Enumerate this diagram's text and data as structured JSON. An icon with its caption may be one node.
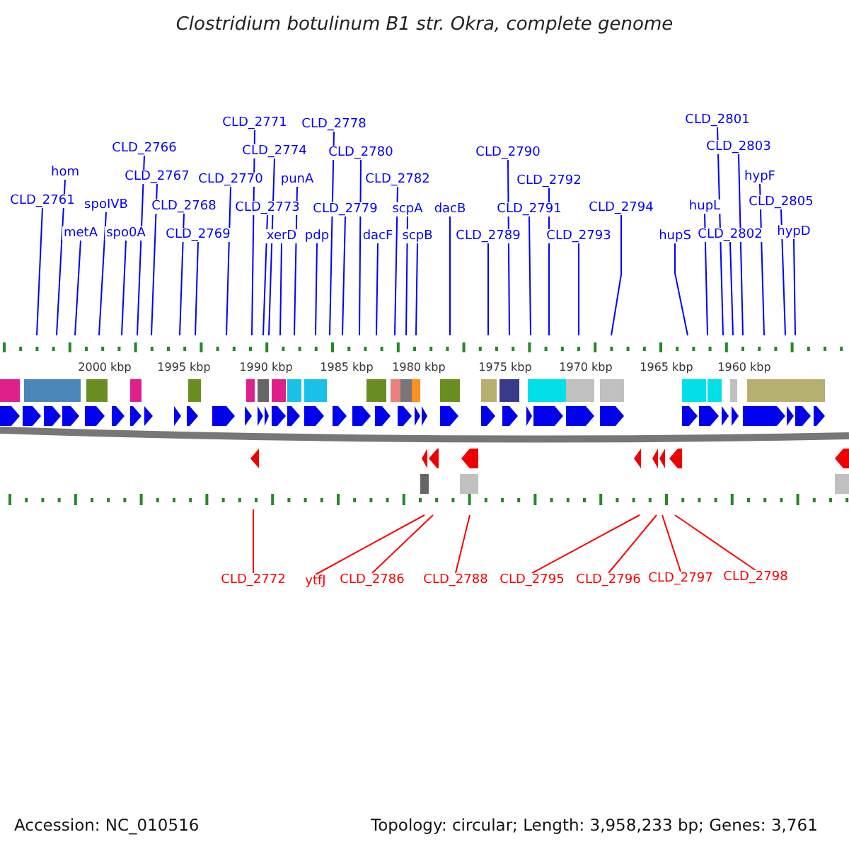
{
  "diagram": {
    "title": "Clostridium botulinum B1 str. Okra, complete genome",
    "nodes": [
      {
        "text": [
          "CLD_2761"
        ]
      },
      {
        "text": [
          "hom"
        ]
      },
      {
        "text": [
          "metA"
        ]
      },
      {
        "text": [
          "spoIVB"
        ]
      },
      {
        "text": [
          "spo0A"
        ]
      },
      {
        "text": [
          "CLD_2766"
        ]
      },
      {
        "text": [
          "CLD_2767"
        ]
      },
      {
        "text": [
          "CLD_2768"
        ]
      },
      {
        "text": [
          "CLD_2769"
        ]
      },
      {
        "text": [
          "CLD_2770"
        ]
      },
      {
        "text": [
          "CLD_2771"
        ]
      },
      {
        "text": [
          "CLD_2774"
        ]
      },
      {
        "text": [
          "CLD_2773"
        ]
      },
      {
        "text": [
          "xerD"
        ]
      },
      {
        "text": [
          "punA"
        ]
      },
      {
        "text": [
          "pdp"
        ]
      },
      {
        "text": [
          "CLD_2778"
        ]
      },
      {
        "text": [
          "CLD_2780"
        ]
      },
      {
        "text": [
          "CLD_2779"
        ]
      },
      {
        "text": [
          "dacF"
        ]
      },
      {
        "text": [
          "CLD_2782"
        ]
      },
      {
        "text": [
          "scpA"
        ]
      },
      {
        "text": [
          "scpB"
        ]
      },
      {
        "text": [
          "dacB"
        ]
      },
      {
        "text": [
          "CLD_2790"
        ]
      },
      {
        "text": [
          "CLD_2792"
        ]
      },
      {
        "text": [
          "CLD_2791"
        ]
      },
      {
        "text": [
          "CLD_2789"
        ]
      },
      {
        "text": [
          "CLD_2793"
        ]
      },
      {
        "text": [
          "CLD_2794"
        ]
      },
      {
        "text": [
          "hupS"
        ]
      },
      {
        "text": [
          "hupL"
        ]
      },
      {
        "text": [
          "CLD_2801"
        ]
      },
      {
        "text": [
          "CLD_2803"
        ]
      },
      {
        "text": [
          "CLD_2802"
        ]
      },
      {
        "text": [
          "hypF"
        ]
      },
      {
        "text": [
          "CLD_2805"
        ]
      },
      {
        "text": [
          "hypD"
        ]
      },
      {
        "text": [
          "CLD_2772"
        ]
      },
      {
        "text": [
          "ytfJ"
        ]
      },
      {
        "text": [
          "CLD_2786"
        ]
      },
      {
        "text": [
          "CLD_2788"
        ]
      },
      {
        "text": [
          "CLD_2795"
        ]
      },
      {
        "text": [
          "CLD_2796"
        ]
      },
      {
        "text": [
          "CLD_2797"
        ]
      },
      {
        "text": [
          "CLD_2798"
        ]
      }
    ],
    "edges": [
      {
        "from": 0,
        "to": null,
        "arrow": "none"
      },
      {
        "from": 1,
        "to": null,
        "arrow": "none"
      },
      {
        "from": 2,
        "to": null,
        "arrow": "none"
      },
      {
        "from": 3,
        "to": null,
        "arrow": "none"
      },
      {
        "from": 4,
        "to": null,
        "arrow": "none"
      },
      {
        "from": 5,
        "to": null,
        "arrow": "none"
      },
      {
        "from": 6,
        "to": null,
        "arrow": "none"
      },
      {
        "from": 7,
        "to": null,
        "arrow": "none"
      },
      {
        "from": 8,
        "to": null,
        "arrow": "none"
      },
      {
        "from": 9,
        "to": null,
        "arrow": "none"
      },
      {
        "from": 10,
        "to": null,
        "arrow": "none"
      },
      {
        "from": 11,
        "to": null,
        "arrow": "none"
      },
      {
        "from": 12,
        "to": null,
        "arrow": "none"
      },
      {
        "from": 13,
        "to": null,
        "arrow": "none"
      },
      {
        "from": 14,
        "to": null,
        "arrow": "none"
      },
      {
        "from": 15,
        "to": null,
        "arrow": "none"
      },
      {
        "from": 16,
        "to": null,
        "arrow": "none"
      },
      {
        "from": 17,
        "to": null,
        "arrow": "none"
      },
      {
        "from": 18,
        "to": null,
        "arrow": "none"
      },
      {
        "from": 19,
        "to": null,
        "arrow": "none"
      },
      {
        "from": 20,
        "to": null,
        "arrow": "none"
      },
      {
        "from": 21,
        "to": null,
        "arrow": "none"
      },
      {
        "from": 22,
        "to": null,
        "arrow": "none"
      },
      {
        "from": 23,
        "to": null,
        "arrow": "none"
      },
      {
        "from": 24,
        "to": null,
        "arrow": "none"
      },
      {
        "from": 25,
        "to": null,
        "arrow": "none"
      },
      {
        "from": 26,
        "to": null,
        "arrow": "none"
      },
      {
        "from": 27,
        "to": null,
        "arrow": "none"
      },
      {
        "from": 28,
        "to": null,
        "arrow": "none"
      },
      {
        "from": 29,
        "to": null,
        "arrow": "none"
      },
      {
        "from": 30,
        "to": null,
        "arrow": "none"
      },
      {
        "from": 31,
        "to": null,
        "arrow": "none"
      },
      {
        "from": 32,
        "to": null,
        "arrow": "none"
      },
      {
        "from": 33,
        "to": null,
        "arrow": "none"
      },
      {
        "from": 34,
        "to": null,
        "arrow": "none"
      },
      {
        "from": 35,
        "to": null,
        "arrow": "none"
      },
      {
        "from": 36,
        "to": null,
        "arrow": "none"
      },
      {
        "from": 37,
        "to": null,
        "arrow": "none"
      },
      {
        "from": 38,
        "to": null,
        "arrow": "none",
        "color": "#ff0000"
      },
      {
        "from": 39,
        "to": null,
        "arrow": "none",
        "color": "#ff0000"
      },
      {
        "from": 40,
        "to": null,
        "arrow": "none",
        "color": "#ff0000"
      },
      {
        "from": 41,
        "to": null,
        "arrow": "none",
        "color": "#ff0000"
      },
      {
        "from": 42,
        "to": null,
        "arrow": "none",
        "color": "#ff0000"
      },
      {
        "from": 43,
        "to": null,
        "arrow": "none",
        "color": "#ff0000"
      },
      {
        "from": 44,
        "to": null,
        "arrow": "none",
        "color": "#ff0000"
      },
      {
        "from": 45,
        "to": null,
        "arrow": "none",
        "color": "#ff0000"
      }
    ],
    "labels": [
      "2000 kbp",
      "1995 kbp",
      "1990 kbp",
      "1985 kbp",
      "1980 kbp",
      "1975 kbp",
      "1970 kbp",
      "1965 kbp",
      "1960 kbp",
      "Accession: NC_010516",
      "Topology: circular; Length: 3,958,233 bp; Genes: 3,761"
    ]
  }
}
